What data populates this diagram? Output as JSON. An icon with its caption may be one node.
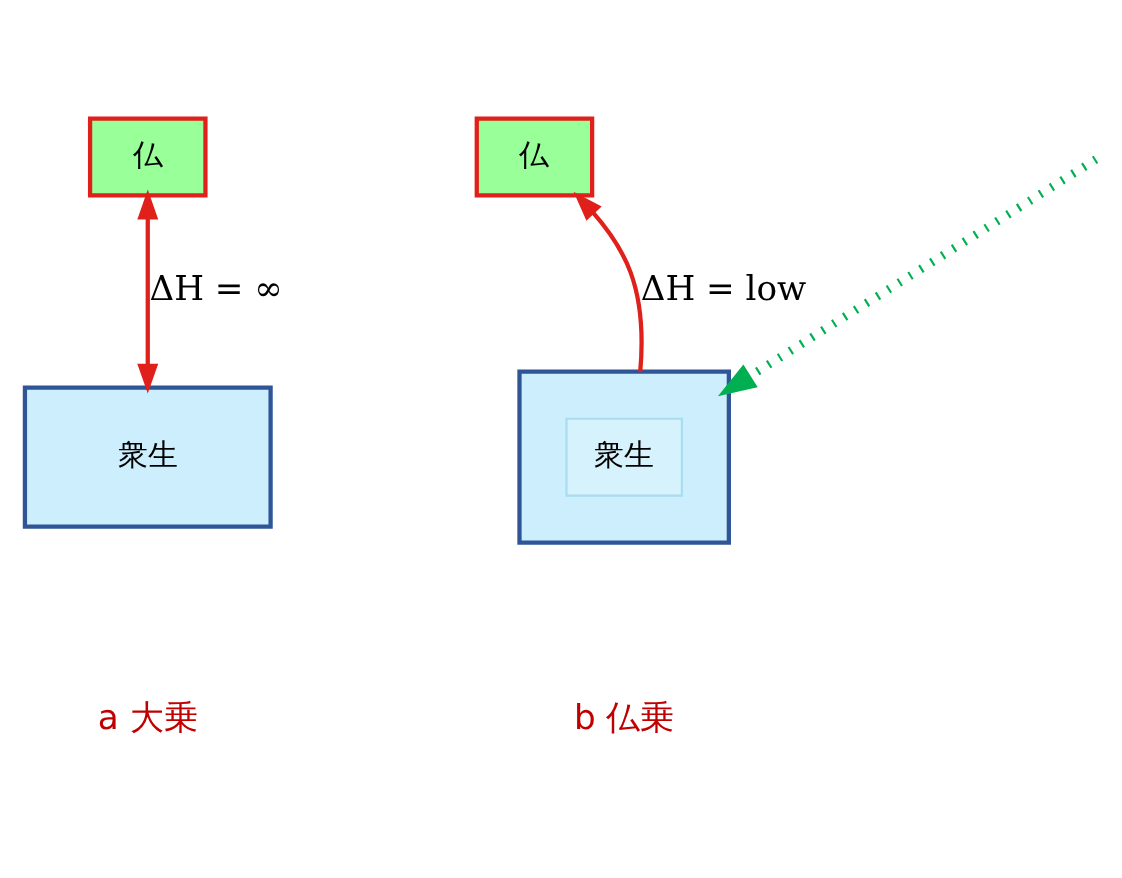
{
  "diagram": {
    "nodes": [
      {
        "text": [
          "仏"
        ]
      },
      {
        "text": [
          "衆生"
        ]
      },
      {
        "text": [
          "仏"
        ]
      },
      {
        "text": [],
        "shape": "trapezoid"
      },
      {
        "text": [
          "衆生"
        ],
        "in": 3
      }
    ],
    "edges": [
      {
        "from": 0,
        "to": 1,
        "arrow": "both",
        "label": "ΔH = ∞",
        "color": "#e0201b"
      },
      {
        "from": null,
        "to": 3,
        "arrow": "to",
        "style": "dashed",
        "color": "#00b050"
      },
      {
        "from": 3,
        "to": 2,
        "arrow": "to",
        "label": "ΔH = low",
        "color": "#e0201b"
      }
    ],
    "labels": [
      "a 大乗",
      "b 仏乗"
    ]
  }
}
